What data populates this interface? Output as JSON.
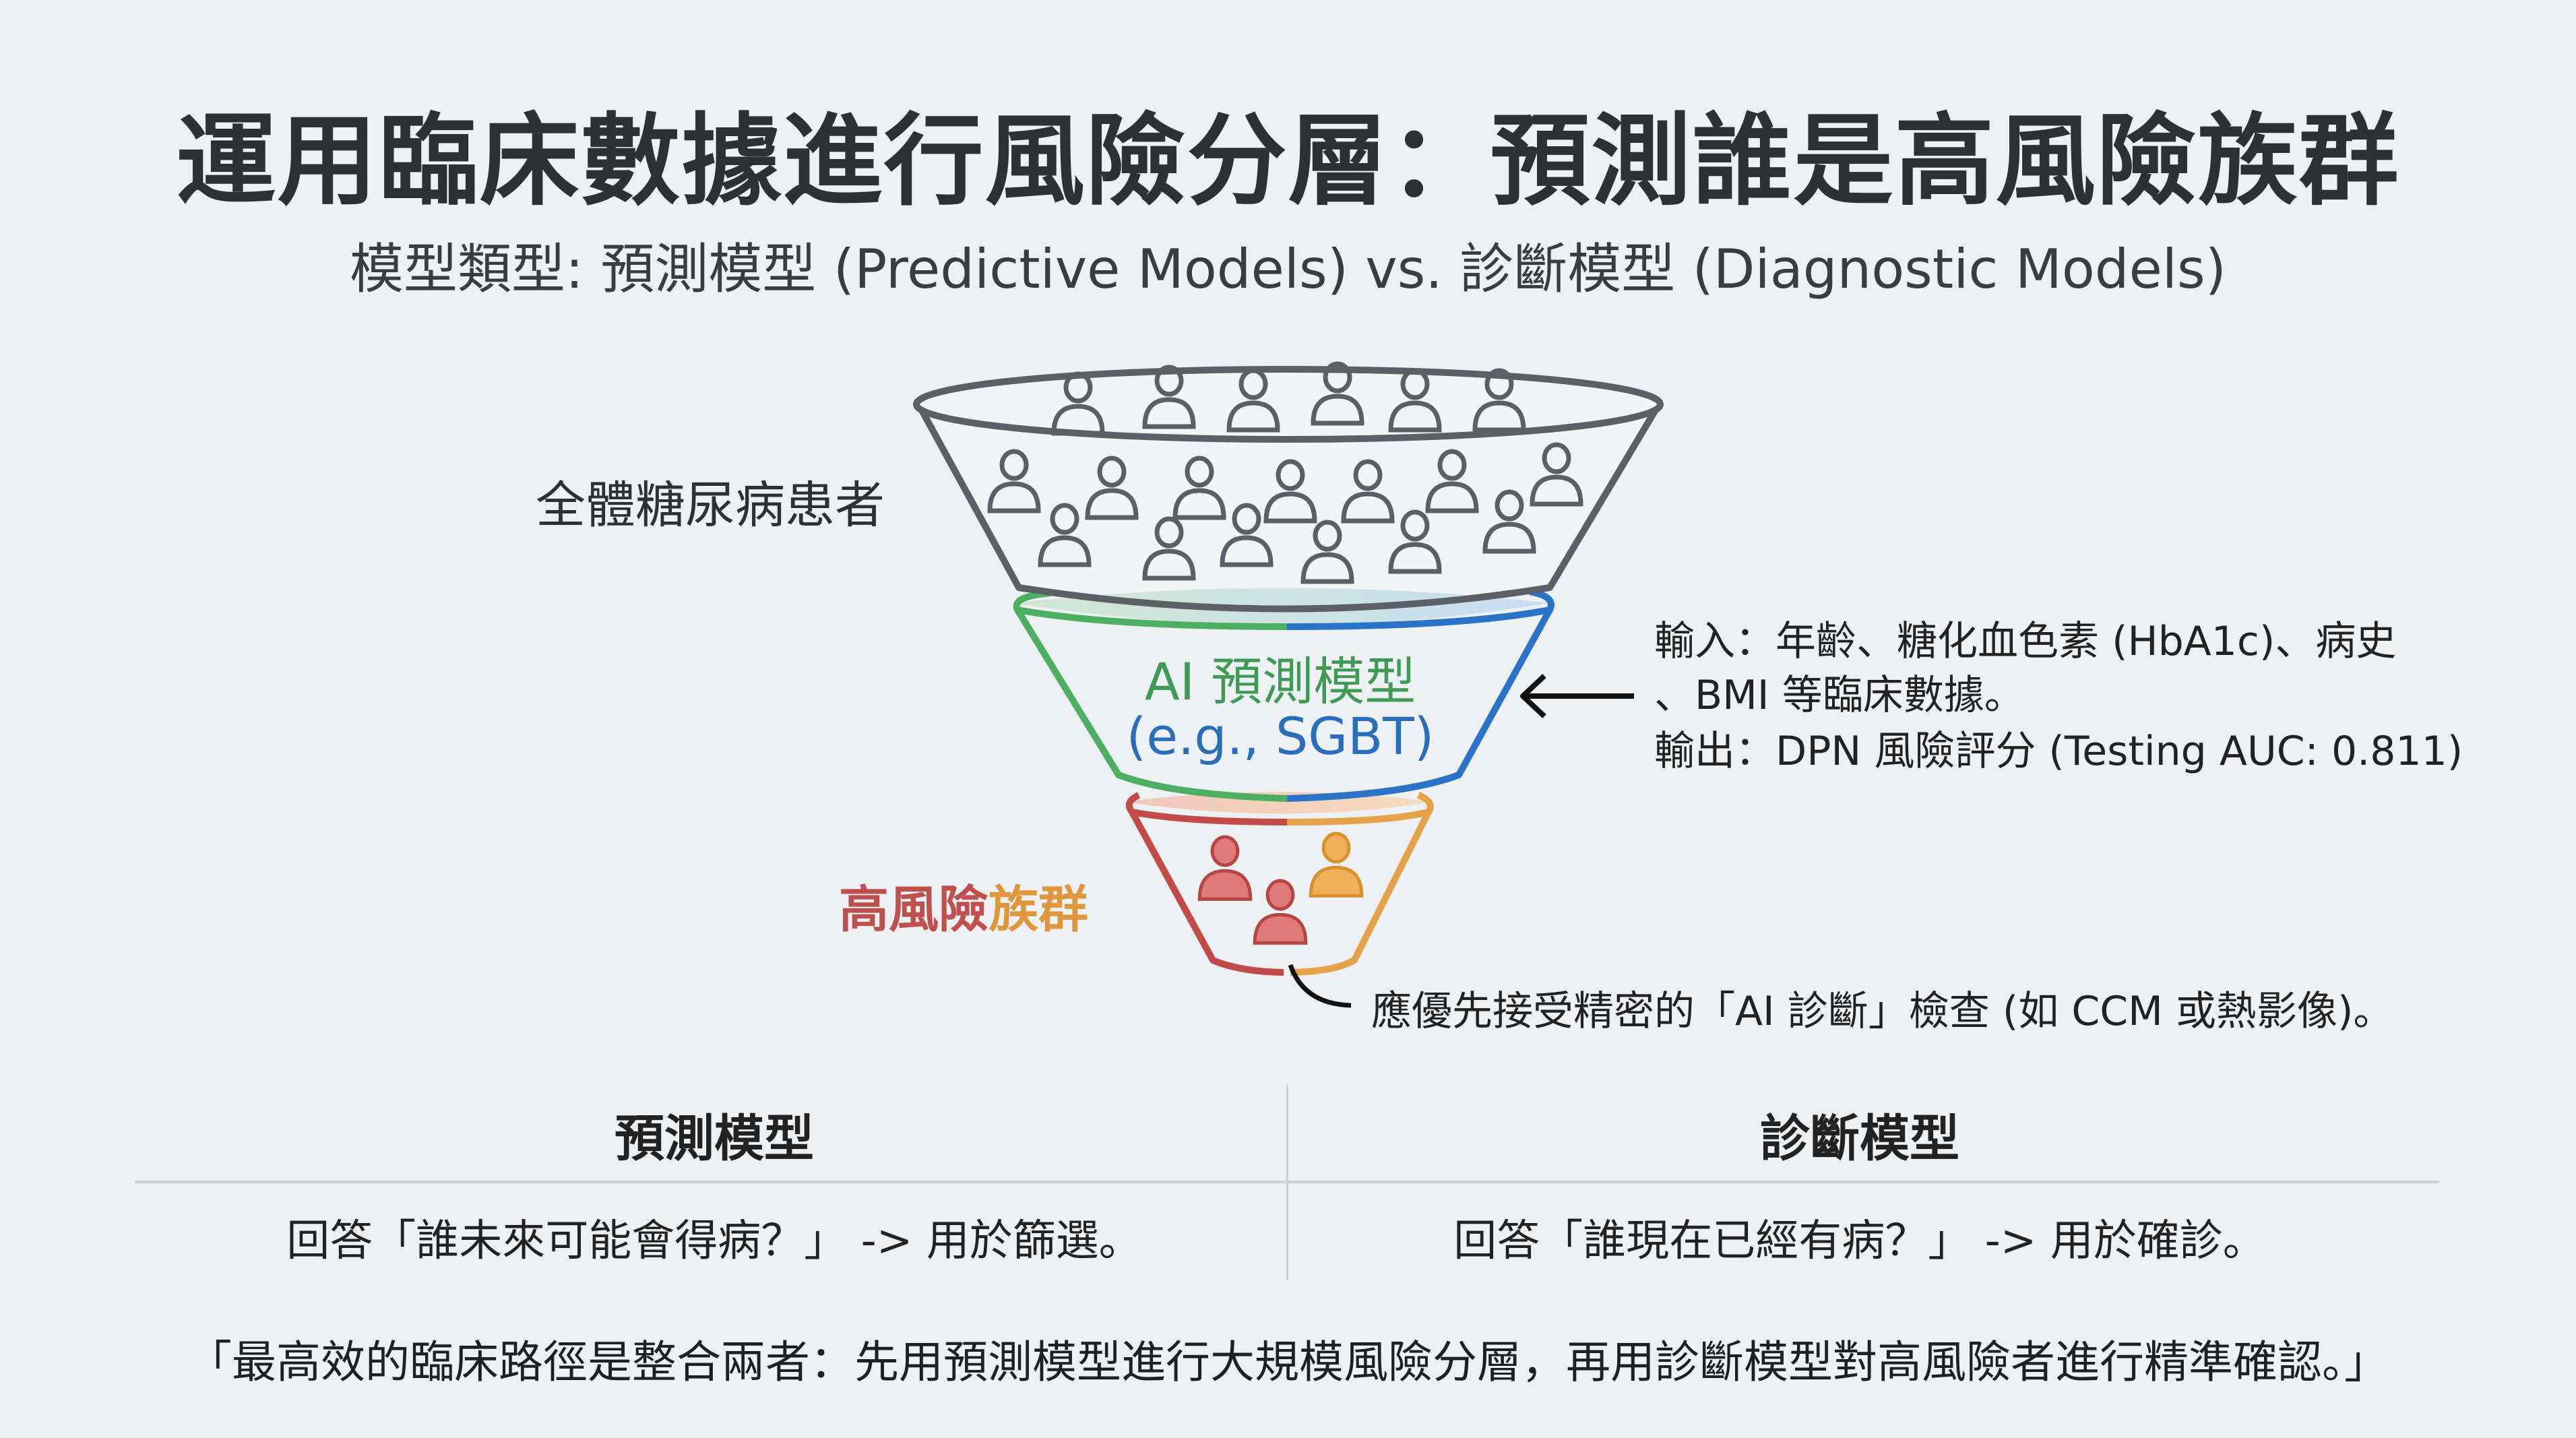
{
  "title": "運用臨床數據進行風險分層：預測誰是高風險族群",
  "subtitle": "模型類型: 預測模型 (Predictive Models) vs. 診斷模型 (Diagnostic Models)",
  "funnel": {
    "population_label": "全體糖尿病患者",
    "population_icon": "person-outline-icon",
    "population_count": 21,
    "model_label": "AI 預測模型",
    "model_example": "(e.g., SGBT)",
    "high_risk_label_part1": "高風險",
    "high_risk_label_part2": "族群",
    "high_risk_icon": "person-filled-icon",
    "high_risk_count": 3,
    "colors": {
      "top_stroke": "#5c6066",
      "middle_left": "#4caf62",
      "middle_right": "#2a73c8",
      "middle_rim_fill": "#cfe8d3",
      "bottom_left": "#c24a48",
      "bottom_right": "#e6a24a",
      "bottom_rim_fill": "#f5d2c0",
      "high_risk_red": "#e07a78",
      "high_risk_orange": "#f0b05a"
    }
  },
  "annotations": {
    "input_line1": "輸入：年齡、糖化血色素 (HbA1c)、病史",
    "input_line2": "、BMI 等臨床數據。",
    "output_line": "輸出：DPN 風險評分 (Testing AUC: 0.811)",
    "diagnosis_note": "應優先接受精密的「AI 診斷」檢查 (如 CCM 或熱影像)。"
  },
  "comparison": {
    "columns": [
      {
        "header": "預測模型",
        "body": "回答「誰未來可能會得病？」 -> 用於篩選。"
      },
      {
        "header": "診斷模型",
        "body": "回答「誰現在已經有病？」 -> 用於確診。"
      }
    ]
  },
  "footer_quote": "「最高效的臨床路徑是整合兩者：先用預測模型進行大規模風險分層，再用診斷模型對高風險者進行精準確認。」"
}
